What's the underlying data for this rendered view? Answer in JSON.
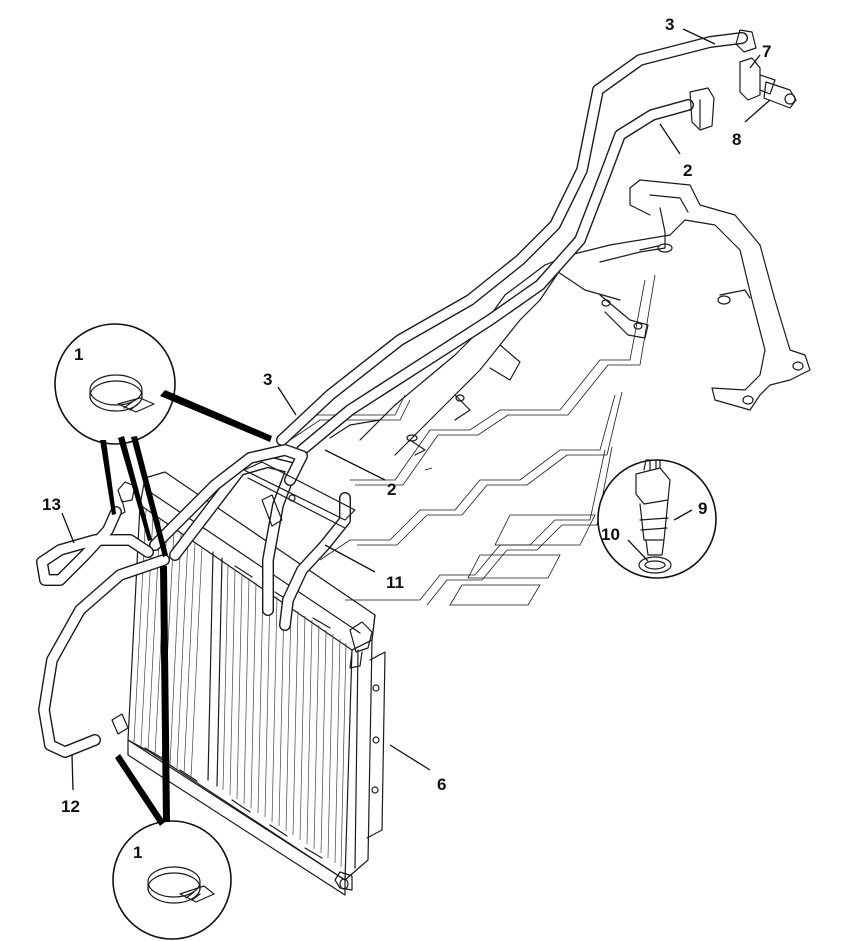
{
  "callouts": {
    "c1_top": "1",
    "c1_bottom": "1",
    "c2_top": "2",
    "c2_mid": "2",
    "c3_top": "3",
    "c3_mid": "3",
    "c6": "6",
    "c7": "7",
    "c8": "8",
    "c9": "9",
    "c10": "10",
    "c11": "11",
    "c12": "12",
    "c13": "13"
  }
}
